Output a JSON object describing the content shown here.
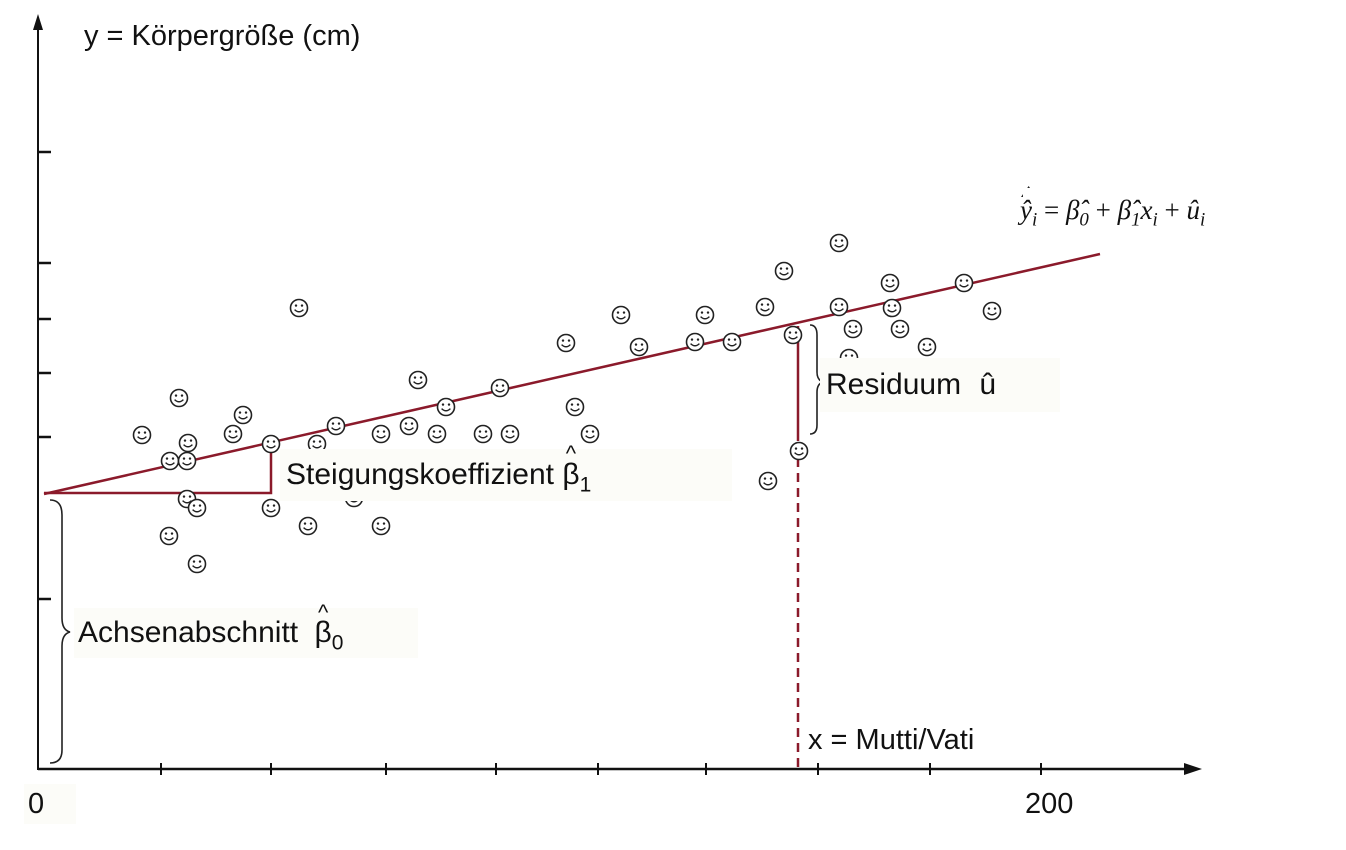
{
  "chart_data": {
    "type": "scatter",
    "title": "",
    "ylabel": "y = Körpergröße (cm)",
    "xlabel": "x = Mutti/Vati",
    "x_tick_labels": [
      "0",
      "200"
    ],
    "equation": {
      "lhs": "ŷ",
      "lhs_sub": "i",
      "eq": "=",
      "b0": "β̂",
      "b0_sub": "0",
      "plus1": "+",
      "b1": "β̂",
      "b1_sub": "1",
      "x": "x",
      "x_sub": "i",
      "plus2": "+",
      "u": "û",
      "u_sub": "i"
    },
    "annotations": {
      "slope_label": "Steigungskoeffizient",
      "slope_symbol": "β",
      "slope_sub": "1",
      "intercept_label": "Achsenabschnitt",
      "intercept_symbol": "β",
      "intercept_sub": "0",
      "residual_label": "Residuum",
      "residual_symbol": "û"
    },
    "colors": {
      "regression_line": "#8b1a2b",
      "axes": "#111111",
      "points": "#222222",
      "guide": "#8b1a2b"
    }
  }
}
